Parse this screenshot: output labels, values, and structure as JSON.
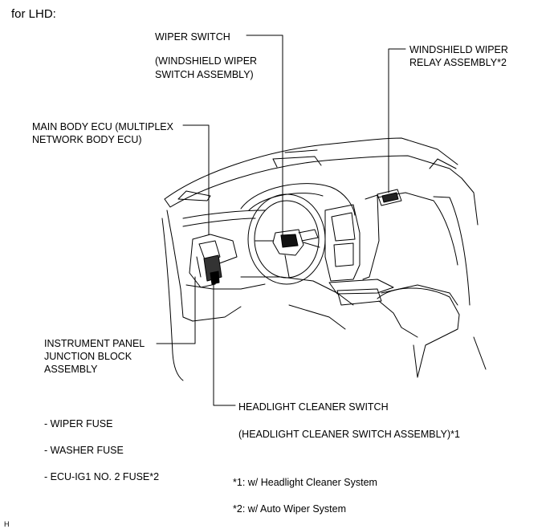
{
  "header": {
    "title": "for LHD:"
  },
  "callouts": {
    "wiper_switch": {
      "line1": "WIPER SWITCH",
      "line2": "(WINDSHIELD WIPER",
      "line3": "SWITCH ASSEMBLY)"
    },
    "relay": {
      "line1": "WINDSHIELD WIPER",
      "line2": "RELAY ASSEMBLY*2"
    },
    "ecu": {
      "line1": "MAIN BODY ECU (MULTIPLEX",
      "line2": "NETWORK BODY ECU)"
    },
    "junction": {
      "line1": "INSTRUMENT PANEL",
      "line2": "JUNCTION BLOCK",
      "line3": "ASSEMBLY"
    },
    "headlight": {
      "line1": "HEADLIGHT CLEANER SWITCH",
      "line2": "(HEADLIGHT CLEANER SWITCH ASSEMBLY)*1"
    }
  },
  "fuses": [
    "- WIPER FUSE",
    "- WASHER FUSE",
    "- ECU-IG1 NO. 2 FUSE*2"
  ],
  "notes": [
    "*1: w/ Headlight Cleaner System",
    "*2: w/ Auto Wiper System"
  ],
  "footer": {
    "code": "H"
  }
}
